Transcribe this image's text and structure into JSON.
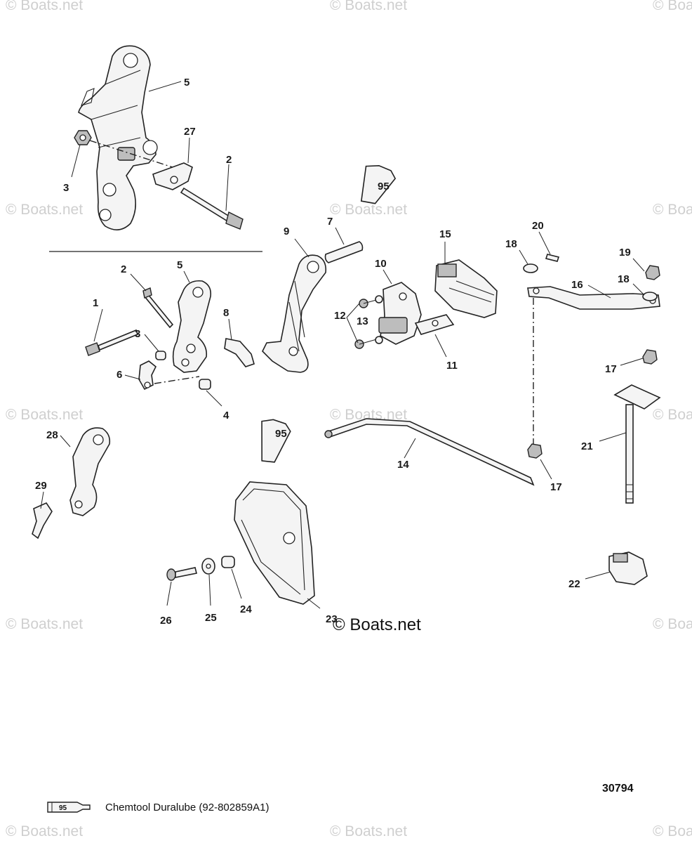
{
  "watermark": "© Boats.net",
  "watermark_main": "© Boats.net",
  "diagram_number": "30794",
  "legend": {
    "tube_label": "95",
    "text": "Chemtool Duralube (92-802859A1)"
  },
  "tube_label": "95",
  "callouts": {
    "c5a": "5",
    "c27": "27",
    "c2a": "2",
    "c3a": "3",
    "c5b": "5",
    "c2b": "2",
    "c1": "1",
    "c3b": "3",
    "c6": "6",
    "c4": "4",
    "c8": "8",
    "c9": "9",
    "c7": "7",
    "c10": "10",
    "c12": "12",
    "c13": "13",
    "c11": "11",
    "c15": "15",
    "c20": "20",
    "c18a": "18",
    "c19": "19",
    "c18b": "18",
    "c16": "16",
    "c17a": "17",
    "c21": "21",
    "c14": "14",
    "c17b": "17",
    "c22": "22",
    "c28": "28",
    "c29": "29",
    "c26": "26",
    "c25": "25",
    "c24": "24",
    "c23": "23"
  }
}
